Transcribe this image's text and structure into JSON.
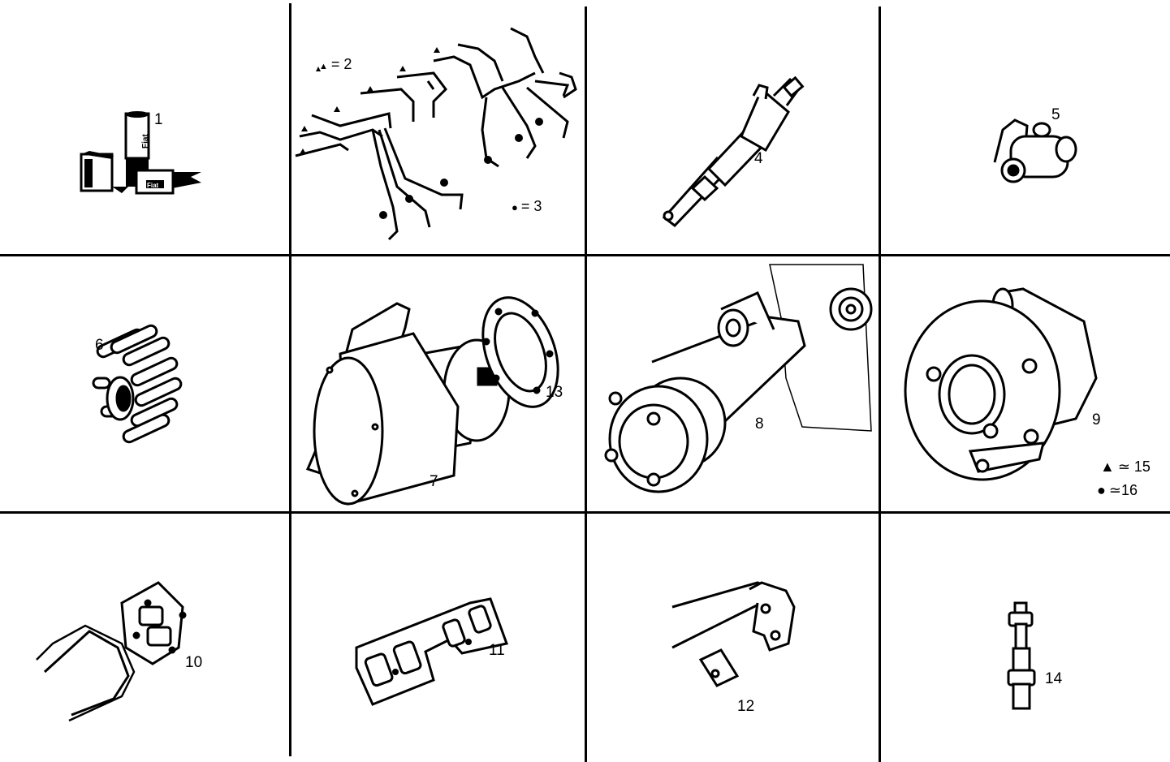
{
  "diagram": {
    "type": "exploded-parts-grid",
    "grid": {
      "columns": 4,
      "rows": 3
    },
    "cells": [
      {
        "id": "cell-1",
        "row": 0,
        "col": 0,
        "part": "filter-cartridges",
        "labels": [
          "1"
        ]
      },
      {
        "id": "cell-2",
        "row": 0,
        "col": 1,
        "part": "injection-pipes",
        "labels": []
      },
      {
        "id": "cell-3",
        "row": 0,
        "col": 2,
        "part": "injector",
        "labels": [
          "4"
        ]
      },
      {
        "id": "cell-4",
        "row": 0,
        "col": 3,
        "part": "valve-fitting",
        "labels": [
          "5"
        ]
      },
      {
        "id": "cell-5",
        "row": 1,
        "col": 0,
        "part": "impeller",
        "labels": [
          "6"
        ]
      },
      {
        "id": "cell-6",
        "row": 1,
        "col": 1,
        "part": "pump-with-gasket",
        "labels": [
          "7",
          "13"
        ]
      },
      {
        "id": "cell-7",
        "row": 1,
        "col": 2,
        "part": "pulley-belt",
        "labels": [
          "8"
        ]
      },
      {
        "id": "cell-8",
        "row": 1,
        "col": 3,
        "part": "turbocharger",
        "labels": [
          "9"
        ]
      },
      {
        "id": "cell-9",
        "row": 2,
        "col": 0,
        "part": "manifold-gasket",
        "labels": [
          "10"
        ]
      },
      {
        "id": "cell-10",
        "row": 2,
        "col": 1,
        "part": "exhaust-gasket",
        "labels": [
          "11"
        ]
      },
      {
        "id": "cell-11",
        "row": 2,
        "col": 2,
        "part": "exhaust-pipe",
        "labels": [
          "12"
        ]
      },
      {
        "id": "cell-12",
        "row": 2,
        "col": 3,
        "part": "stud-bolt",
        "labels": [
          "14"
        ]
      }
    ],
    "legends": [
      {
        "cell": "cell-2",
        "symbol": "▲",
        "text": "= 2"
      },
      {
        "cell": "cell-2",
        "symbol": "●",
        "text": "= 3"
      },
      {
        "cell": "cell-8",
        "symbol": "▲",
        "text": "≃ 15"
      },
      {
        "cell": "cell-8",
        "symbol": "●",
        "text": "≃16"
      }
    ],
    "colors": {
      "ink": "#000000",
      "paper": "#ffffff"
    }
  }
}
